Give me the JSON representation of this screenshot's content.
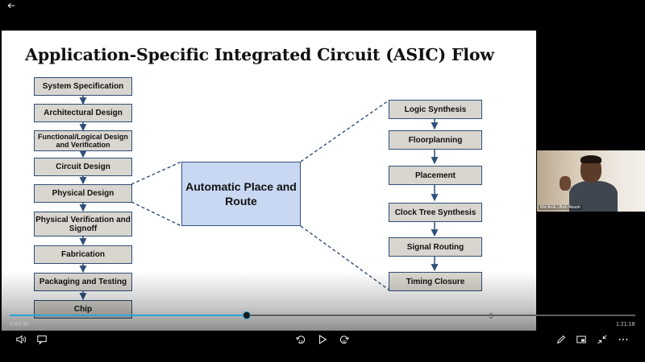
{
  "slide": {
    "title": "Application-Specific Integrated Circuit (ASIC) Flow",
    "left_flow": [
      "System Specification",
      "Architectural Design",
      "Functional/Logical Design and Verification",
      "Circuit Design",
      "Physical Design",
      "Physical Verification and Signoff",
      "Fabrication",
      "Packaging and Testing",
      "Chip"
    ],
    "center_box": "Automatic Place and Route",
    "right_flow": [
      "Logic Synthesis",
      "Floorplanning",
      "Placement",
      "Clock Tree Synthesis",
      "Signal Routing",
      "Timing Closure"
    ],
    "page_number": "3"
  },
  "webcam": {
    "name_label": "Md Anik Ullah Akash"
  },
  "player": {
    "elapsed": "0:49:30",
    "total": "1:21:18",
    "progress": 0.3795,
    "skip_back_seconds": "10",
    "skip_forward_seconds": "30",
    "icons": [
      "back-arrow-icon",
      "volume-icon",
      "captions-icon",
      "skip-back-icon",
      "play-icon",
      "skip-forward-icon",
      "pen-icon",
      "picture-in-picture-icon",
      "minimize-icon",
      "more-icon"
    ]
  },
  "colors": {
    "box_fill": "#d9d6cf",
    "box_border": "#2f4f77",
    "center_fill": "#c8d8f3",
    "progress": "#2aa6d8"
  }
}
